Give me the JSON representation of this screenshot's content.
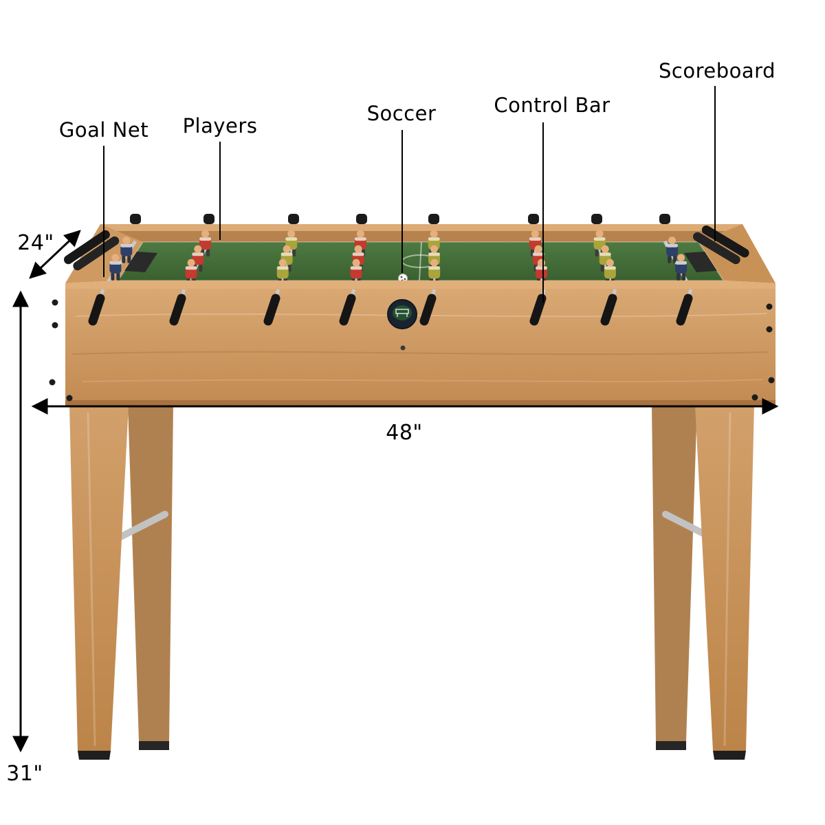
{
  "product": {
    "name": "foosball-table-annotated-diagram"
  },
  "callouts": {
    "goal_net": "Goal Net",
    "players": "Players",
    "soccer": "Soccer",
    "control_bar": "Control Bar",
    "scoreboard": "Scoreboard"
  },
  "dimensions": {
    "depth": "24\"",
    "width": "48\"",
    "height": "31\""
  },
  "colors": {
    "background": "#ffffff",
    "wood": "#cb9560",
    "wood_dark": "#b6824e",
    "playfield_green": "#45713b",
    "team_red": "#c23b2e",
    "team_olive": "#aaa43c",
    "team_navy": "#2e3f68",
    "hardware_black": "#1a1a1a",
    "rod_silver": "#c9c9c9",
    "annotation": "#000000"
  }
}
